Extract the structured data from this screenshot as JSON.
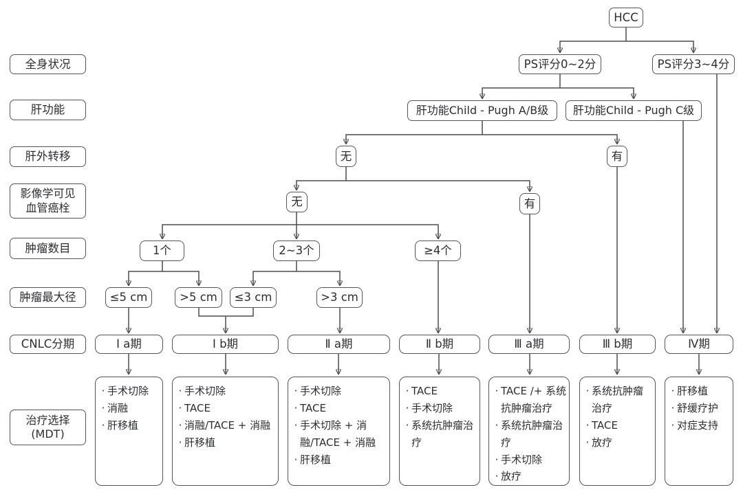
{
  "row_labels": {
    "systemic_status": "全身状况",
    "liver_function": "肝功能",
    "extrahepatic_metastasis": "肝外转移",
    "vascular_invasion": "影像学可见\n血管癌栓",
    "tumor_number": "肿瘤数目",
    "tumor_max_diameter": "肿瘤最大径",
    "cnlc_stage": "CNLC分期",
    "treatment_choice": "治疗选择\n(MDT)"
  },
  "nodes": {
    "hcc": "HCC",
    "ps_0_2": "PS评分0~2分",
    "ps_3_4": "PS评分3~4分",
    "child_pugh_ab": "肝功能Child - Pugh A/B级",
    "child_pugh_c": "肝功能Child - Pugh C级",
    "metastasis_no": "无",
    "metastasis_yes": "有",
    "vascular_no": "无",
    "vascular_yes": "有",
    "number_1": "1个",
    "number_2_3": "2~3个",
    "number_ge4": "≥4个",
    "size_le5": "≤5 cm",
    "size_gt5": ">5 cm",
    "size_le3": "≤3 cm",
    "size_gt3": ">3 cm"
  },
  "stages": [
    {
      "label": "Ⅰ a期",
      "treatments": [
        "手术切除",
        "消融",
        "肝移植"
      ]
    },
    {
      "label": "Ⅰ b期",
      "treatments": [
        "手术切除",
        "TACE",
        "消融/TACE + 消融",
        "肝移植"
      ]
    },
    {
      "label": "Ⅱ a期",
      "treatments": [
        "手术切除",
        "TACE",
        "手术切除 + 消融/TACE + 消融",
        "肝移植"
      ]
    },
    {
      "label": "Ⅱ b期",
      "treatments": [
        "TACE",
        "手术切除",
        "系统抗肿瘤治疗"
      ]
    },
    {
      "label": "Ⅲ a期",
      "treatments": [
        "TACE /+ 系统抗肿瘤治疗",
        "系统抗肿瘤治疗",
        "手术切除",
        "放疗"
      ]
    },
    {
      "label": "Ⅲ b期",
      "treatments": [
        "系统抗肿瘤治疗",
        "TACE",
        "放疗"
      ]
    },
    {
      "label": "Ⅳ期",
      "treatments": [
        "肝移植",
        "舒缓疗护",
        "对症支持"
      ]
    }
  ],
  "colors": {
    "line": "#4a4b4f",
    "border": "#54555a",
    "text": "#2d2e32",
    "background": "#ffffff"
  }
}
